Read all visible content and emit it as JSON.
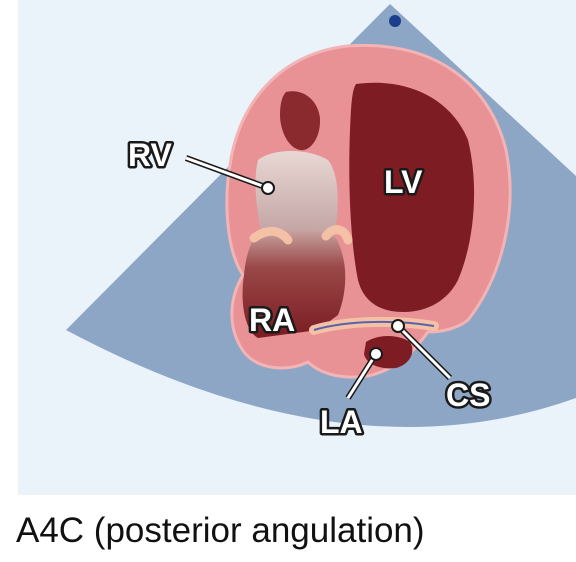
{
  "labels": {
    "rv": "RV",
    "lv": "LV",
    "ra": "RA",
    "la": "LA",
    "cs": "CS"
  },
  "caption": "A4C (posterior angulation)",
  "colors": {
    "background": "#eaf2fa",
    "sector": "#8ea6c6",
    "myocardium": "#e89296",
    "chamber": "#7d1c22",
    "valve": "#f4c0a6"
  }
}
